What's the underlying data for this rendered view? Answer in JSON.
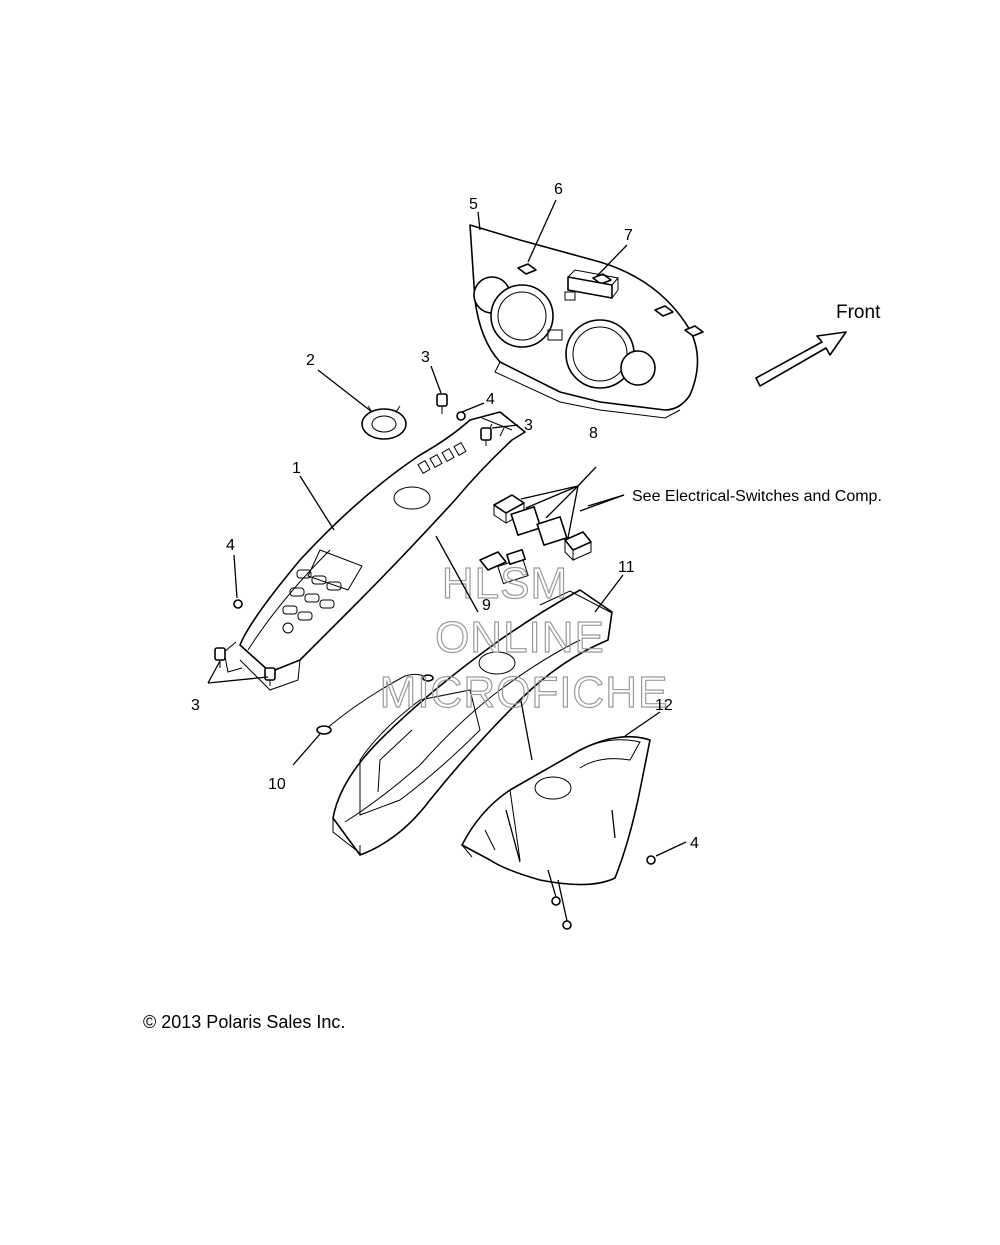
{
  "callouts": {
    "c1": "1",
    "c2": "2",
    "c3a": "3",
    "c3b": "3",
    "c3c": "3",
    "c4a": "4",
    "c4b": "4",
    "c4c": "4",
    "c5": "5",
    "c6": "6",
    "c7": "7",
    "c8": "8",
    "c9": "9",
    "c10": "10",
    "c11": "11",
    "c12": "12"
  },
  "front_label": "Front",
  "reference_note": "See Electrical-Switches and Comp.",
  "watermark": {
    "line1": "HLSM",
    "line2": "ONLINE",
    "line3": "MICROFICHE"
  },
  "copyright": "© 2013 Polaris Sales Inc."
}
